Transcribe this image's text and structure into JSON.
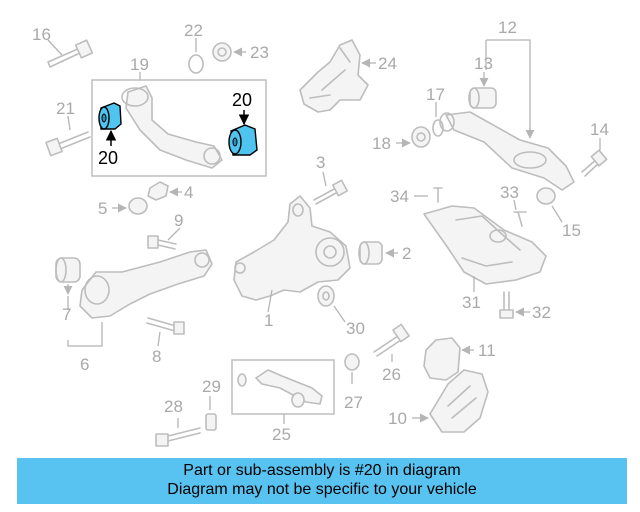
{
  "callouts": {
    "c1": "1",
    "c2": "2",
    "c3": "3",
    "c4": "4",
    "c5": "5",
    "c6": "6",
    "c7": "7",
    "c8": "8",
    "c9": "9",
    "c10": "10",
    "c11": "11",
    "c12": "12",
    "c13": "13",
    "c14": "14",
    "c15": "15",
    "c16": "16",
    "c17": "17",
    "c18": "18",
    "c19": "19",
    "c20": "20",
    "c21": "21",
    "c22": "22",
    "c23": "23",
    "c24": "24",
    "c25": "25",
    "c26": "26",
    "c27": "27",
    "c28": "28",
    "c29": "29",
    "c30": "30",
    "c31": "31",
    "c32": "32",
    "c33": "33",
    "c34": "34"
  },
  "highlight_color": "#4fc4ef",
  "banner": {
    "line1": "Part or sub-assembly is #20 in diagram",
    "line2": "Diagram may not be specific to your vehicle"
  }
}
